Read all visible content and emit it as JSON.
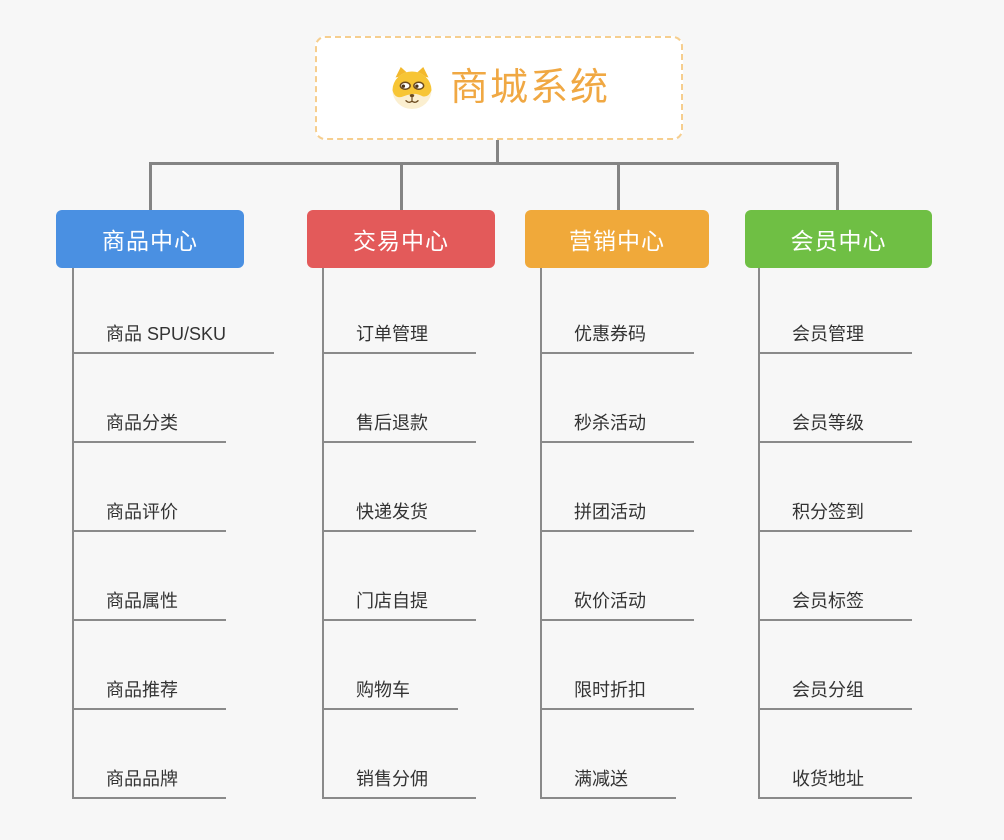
{
  "canvas": {
    "background": "#f7f7f7",
    "connector_color": "#848484",
    "underline_color": "#8a8a8a",
    "item_text_color": "#333333"
  },
  "root": {
    "title": "商城系统",
    "title_color": "#F0A843",
    "border_color": "#F6CE8E",
    "icon": "dog-face-icon"
  },
  "branches": [
    {
      "id": "product-center",
      "label": "商品中心",
      "color": "#4A90E2",
      "items": [
        "商品 SPU/SKU",
        "商品分类",
        "商品评价",
        "商品属性",
        "商品推荐",
        "商品品牌"
      ]
    },
    {
      "id": "trade-center",
      "label": "交易中心",
      "color": "#E35A5A",
      "items": [
        "订单管理",
        "售后退款",
        "快递发货",
        "门店自提",
        "购物车",
        "销售分佣"
      ]
    },
    {
      "id": "marketing-center",
      "label": "营销中心",
      "color": "#F0A93A",
      "items": [
        "优惠券码",
        "秒杀活动",
        "拼团活动",
        "砍价活动",
        "限时折扣",
        "满减送"
      ]
    },
    {
      "id": "member-center",
      "label": "会员中心",
      "color": "#6FBF44",
      "items": [
        "会员管理",
        "会员等级",
        "积分签到",
        "会员标签",
        "会员分组",
        "收货地址"
      ]
    }
  ]
}
